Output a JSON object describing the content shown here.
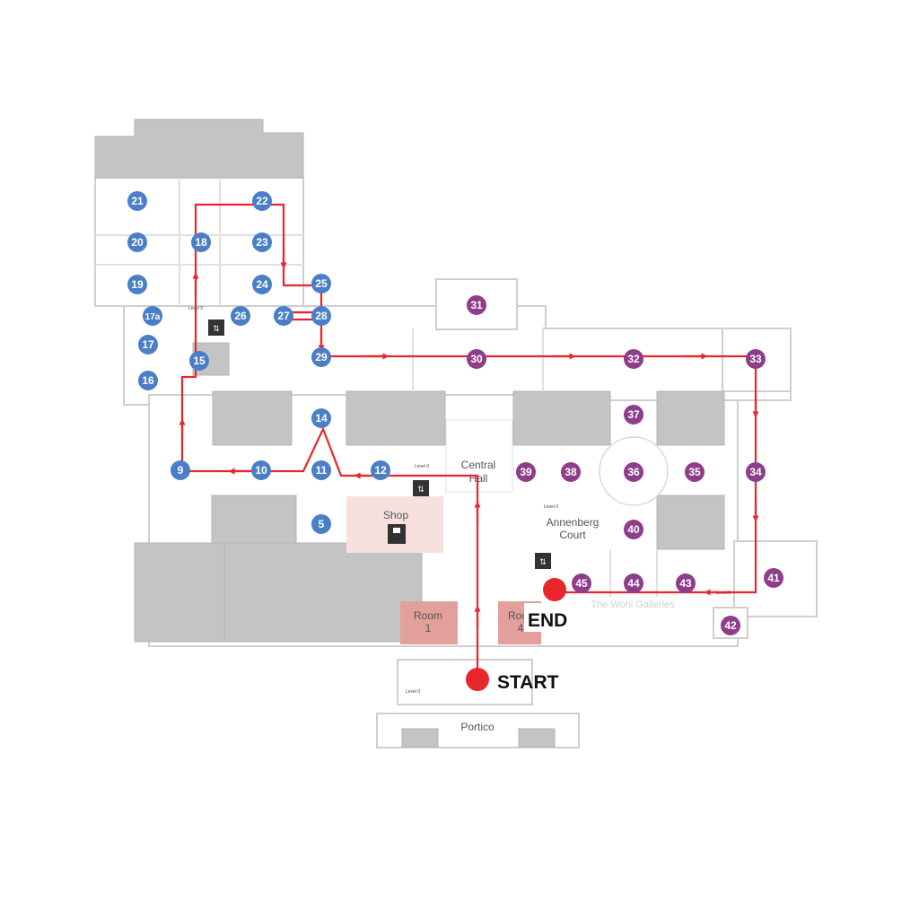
{
  "colors": {
    "blue_room": "#4a7fc8",
    "purple_room": "#8e3d8a",
    "route": "#e8262b",
    "gray_block": "#c4c4c4",
    "corridor": "#ffffff",
    "shop_fill": "#f7e1df",
    "room_highlight": "#e3a09a"
  },
  "labels": {
    "start": "START",
    "end": "END",
    "central_hall": [
      "Central",
      "Hall"
    ],
    "shop": "Shop",
    "annenberg": [
      "Annenberg",
      "Court"
    ],
    "portico": "Portico",
    "room1": [
      "Room",
      "1"
    ],
    "room4": [
      "Roo",
      "4"
    ],
    "wohl": "The Wohl Galleries",
    "level_tags": [
      "Level 0",
      "Level 0",
      "Level 0",
      "Level 0",
      "Level 0"
    ]
  },
  "rooms": [
    {
      "n": "21",
      "c": "blue"
    },
    {
      "n": "22",
      "c": "blue"
    },
    {
      "n": "20",
      "c": "blue"
    },
    {
      "n": "18",
      "c": "blue"
    },
    {
      "n": "23",
      "c": "blue"
    },
    {
      "n": "19",
      "c": "blue"
    },
    {
      "n": "24",
      "c": "blue"
    },
    {
      "n": "25",
      "c": "blue"
    },
    {
      "n": "17a",
      "c": "blue"
    },
    {
      "n": "26",
      "c": "blue"
    },
    {
      "n": "27",
      "c": "blue"
    },
    {
      "n": "28",
      "c": "blue"
    },
    {
      "n": "17",
      "c": "blue"
    },
    {
      "n": "15",
      "c": "blue"
    },
    {
      "n": "29",
      "c": "blue"
    },
    {
      "n": "16",
      "c": "blue"
    },
    {
      "n": "14",
      "c": "blue"
    },
    {
      "n": "9",
      "c": "blue"
    },
    {
      "n": "10",
      "c": "blue"
    },
    {
      "n": "11",
      "c": "blue"
    },
    {
      "n": "12",
      "c": "blue"
    },
    {
      "n": "5",
      "c": "blue"
    },
    {
      "n": "31",
      "c": "purple"
    },
    {
      "n": "30",
      "c": "purple"
    },
    {
      "n": "32",
      "c": "purple"
    },
    {
      "n": "33",
      "c": "purple"
    },
    {
      "n": "37",
      "c": "purple"
    },
    {
      "n": "39",
      "c": "purple"
    },
    {
      "n": "38",
      "c": "purple"
    },
    {
      "n": "36",
      "c": "purple"
    },
    {
      "n": "35",
      "c": "purple"
    },
    {
      "n": "34",
      "c": "purple"
    },
    {
      "n": "40",
      "c": "purple"
    },
    {
      "n": "41",
      "c": "purple"
    },
    {
      "n": "45",
      "c": "purple"
    },
    {
      "n": "44",
      "c": "purple"
    },
    {
      "n": "43",
      "c": "purple"
    },
    {
      "n": "42",
      "c": "purple"
    }
  ]
}
